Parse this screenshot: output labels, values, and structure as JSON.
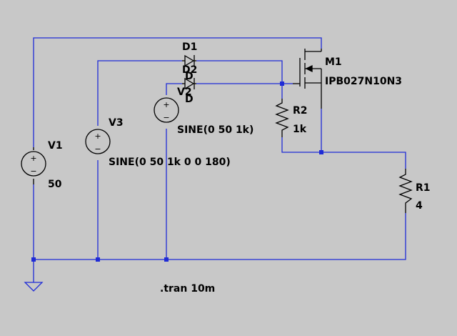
{
  "colors": {
    "background": "#c8c8c8",
    "wire": "#1f2bd6",
    "component": "#000000"
  },
  "components": {
    "V1": {
      "name": "V1",
      "value": "50"
    },
    "V2": {
      "name": "V2",
      "value": "SINE(0 50 1k)"
    },
    "V3": {
      "name": "V3",
      "value": "SINE(0 50 1k 0 0 180)"
    },
    "D1": {
      "name": "D1",
      "value": "D"
    },
    "D2": {
      "name": "D2",
      "value": "D"
    },
    "M1": {
      "name": "M1",
      "value": "IPB027N10N3"
    },
    "R1": {
      "name": "R1",
      "value": "4"
    },
    "R2": {
      "name": "R2",
      "value": "1k"
    }
  },
  "directive": ".tran 10m",
  "source_symbols": {
    "plus": "+",
    "minus": "−"
  }
}
